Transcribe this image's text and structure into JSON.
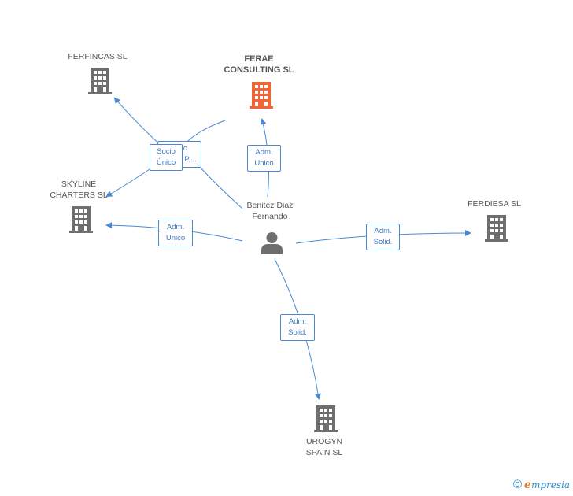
{
  "nodes": {
    "ferfincas": {
      "label": "FERFINCAS SL"
    },
    "ferae_line1": "FERAE",
    "ferae_line2": "CONSULTING SL",
    "skyline_line1": "SKYLINE",
    "skyline_line2": "CHARTERS SL",
    "ferdiesa": {
      "label": "FERDIESA  SL"
    },
    "urogyn_line1": "UROGYN",
    "urogyn_line2": "SPAIN SL",
    "person_line1": "Benitez Diaz",
    "person_line2": "Fernando"
  },
  "badges": {
    "socio_unico": {
      "l1": "Socio",
      "l2": "Único"
    },
    "socio_hidden": {
      "l1": "o",
      "l2": "P,..."
    },
    "adm_unico_ferae": {
      "l1": "Adm.",
      "l2": "Unico"
    },
    "adm_unico_skyline": {
      "l1": "Adm.",
      "l2": "Unico"
    },
    "adm_solid_ferdiesa": {
      "l1": "Adm.",
      "l2": "Solid."
    },
    "adm_solid_urogyn": {
      "l1": "Adm.",
      "l2": "Solid."
    }
  },
  "colors": {
    "edge": "#4a8ad4",
    "building": "#6e6e6e",
    "building_main": "#f06435",
    "person": "#6e6e6e"
  },
  "footer": {
    "copyright": "©",
    "brand_e": "e",
    "brand_rest": "mpresia"
  }
}
